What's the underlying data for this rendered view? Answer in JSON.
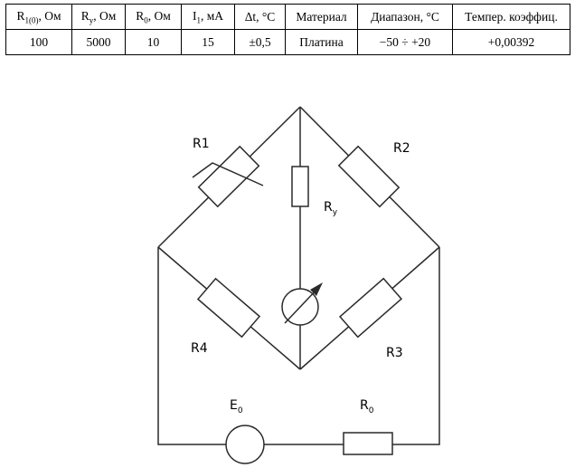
{
  "table": {
    "header": [
      {
        "main": "R",
        "sub": "1(0)",
        "suffix": ", Ом"
      },
      {
        "main": "R",
        "sub": "y",
        "suffix": ", Ом"
      },
      {
        "main": "R",
        "sub": "0",
        "suffix": ", Ом"
      },
      {
        "main": "I",
        "sub": "1",
        "suffix": ", мА"
      },
      {
        "main": "Δt, °C",
        "sub": "",
        "suffix": ""
      },
      {
        "main": "Материал",
        "sub": "",
        "suffix": ""
      },
      {
        "main": "Диапазон, °C",
        "sub": "",
        "suffix": ""
      },
      {
        "main": "Темпер. коэффиц.",
        "sub": "",
        "suffix": ""
      }
    ],
    "row": [
      "100",
      "5000",
      "10",
      "15",
      "±0,5",
      "Платина",
      "−50 ÷ +20",
      "+0,00392"
    ]
  },
  "diagram": {
    "labels": {
      "r1": {
        "main": "R1",
        "sub": ""
      },
      "r2": {
        "main": "R2",
        "sub": ""
      },
      "r3": {
        "main": "R3",
        "sub": ""
      },
      "r4": {
        "main": "R4",
        "sub": ""
      },
      "ry": {
        "main": "R",
        "sub": "y"
      },
      "e0": {
        "main": "E",
        "sub": "0"
      },
      "r0": {
        "main": "R",
        "sub": "0"
      }
    }
  }
}
